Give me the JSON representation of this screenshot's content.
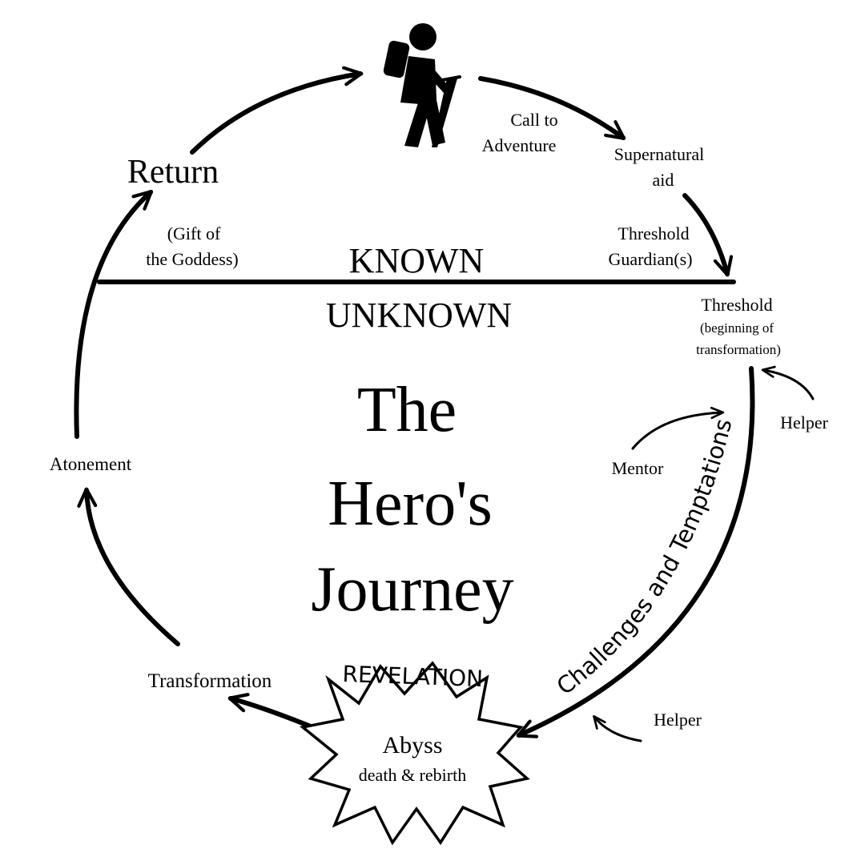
{
  "diagram": {
    "title_lines": [
      "The",
      "Hero's",
      "Journey"
    ],
    "divider": {
      "known": "KNOWN",
      "unknown": "UNKNOWN"
    },
    "stages": {
      "call_line1": "Call to",
      "call_line2": "Adventure",
      "supernatural_line1": "Supernatural",
      "supernatural_line2": "aid",
      "threshold_guardian_line1": "Threshold",
      "threshold_guardian_line2": "Guardian(s)",
      "threshold_title": "Threshold",
      "threshold_sub1": "(beginning of",
      "threshold_sub2": "transformation)",
      "helper_top": "Helper",
      "mentor": "Mentor",
      "challenges": "Challenges and Temptations",
      "helper_bottom": "Helper",
      "revelation": "REVELATION",
      "abyss": "Abyss",
      "abyss_sub": "death & rebirth",
      "transformation": "Transformation",
      "atonement": "Atonement",
      "return_label": "Return",
      "gift_line1": "(Gift of",
      "gift_line2": "the Goddess)"
    },
    "icons": {
      "hero": "hiker-icon"
    }
  }
}
